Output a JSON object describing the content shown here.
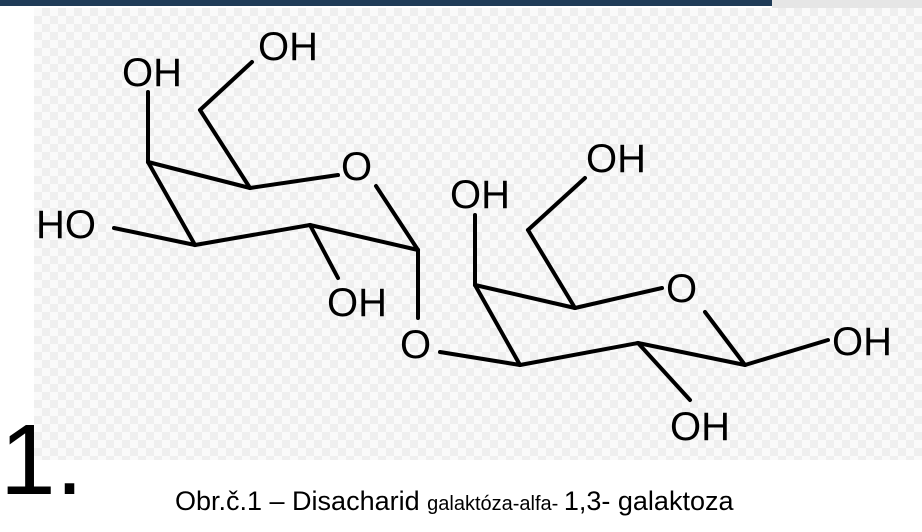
{
  "figure": {
    "labels": {
      "oh_top_left": "OH",
      "oh_ch2_left": "OH",
      "ho_left": "HO",
      "o_ring_left": "O",
      "oh_c2_left": "OH",
      "o_glycosidic": "O",
      "oh_c4_right": "OH",
      "oh_ch2_right": "OH",
      "o_ring_right": "O",
      "oh_anomeric_right": "OH",
      "oh_c2_right": "OH"
    }
  },
  "slide_number": "1.",
  "caption": {
    "prefix": "Obr.č.1 – Disacharid ",
    "middle": "galaktóza-alfa- ",
    "suffix": "1,3- galaktoza"
  }
}
